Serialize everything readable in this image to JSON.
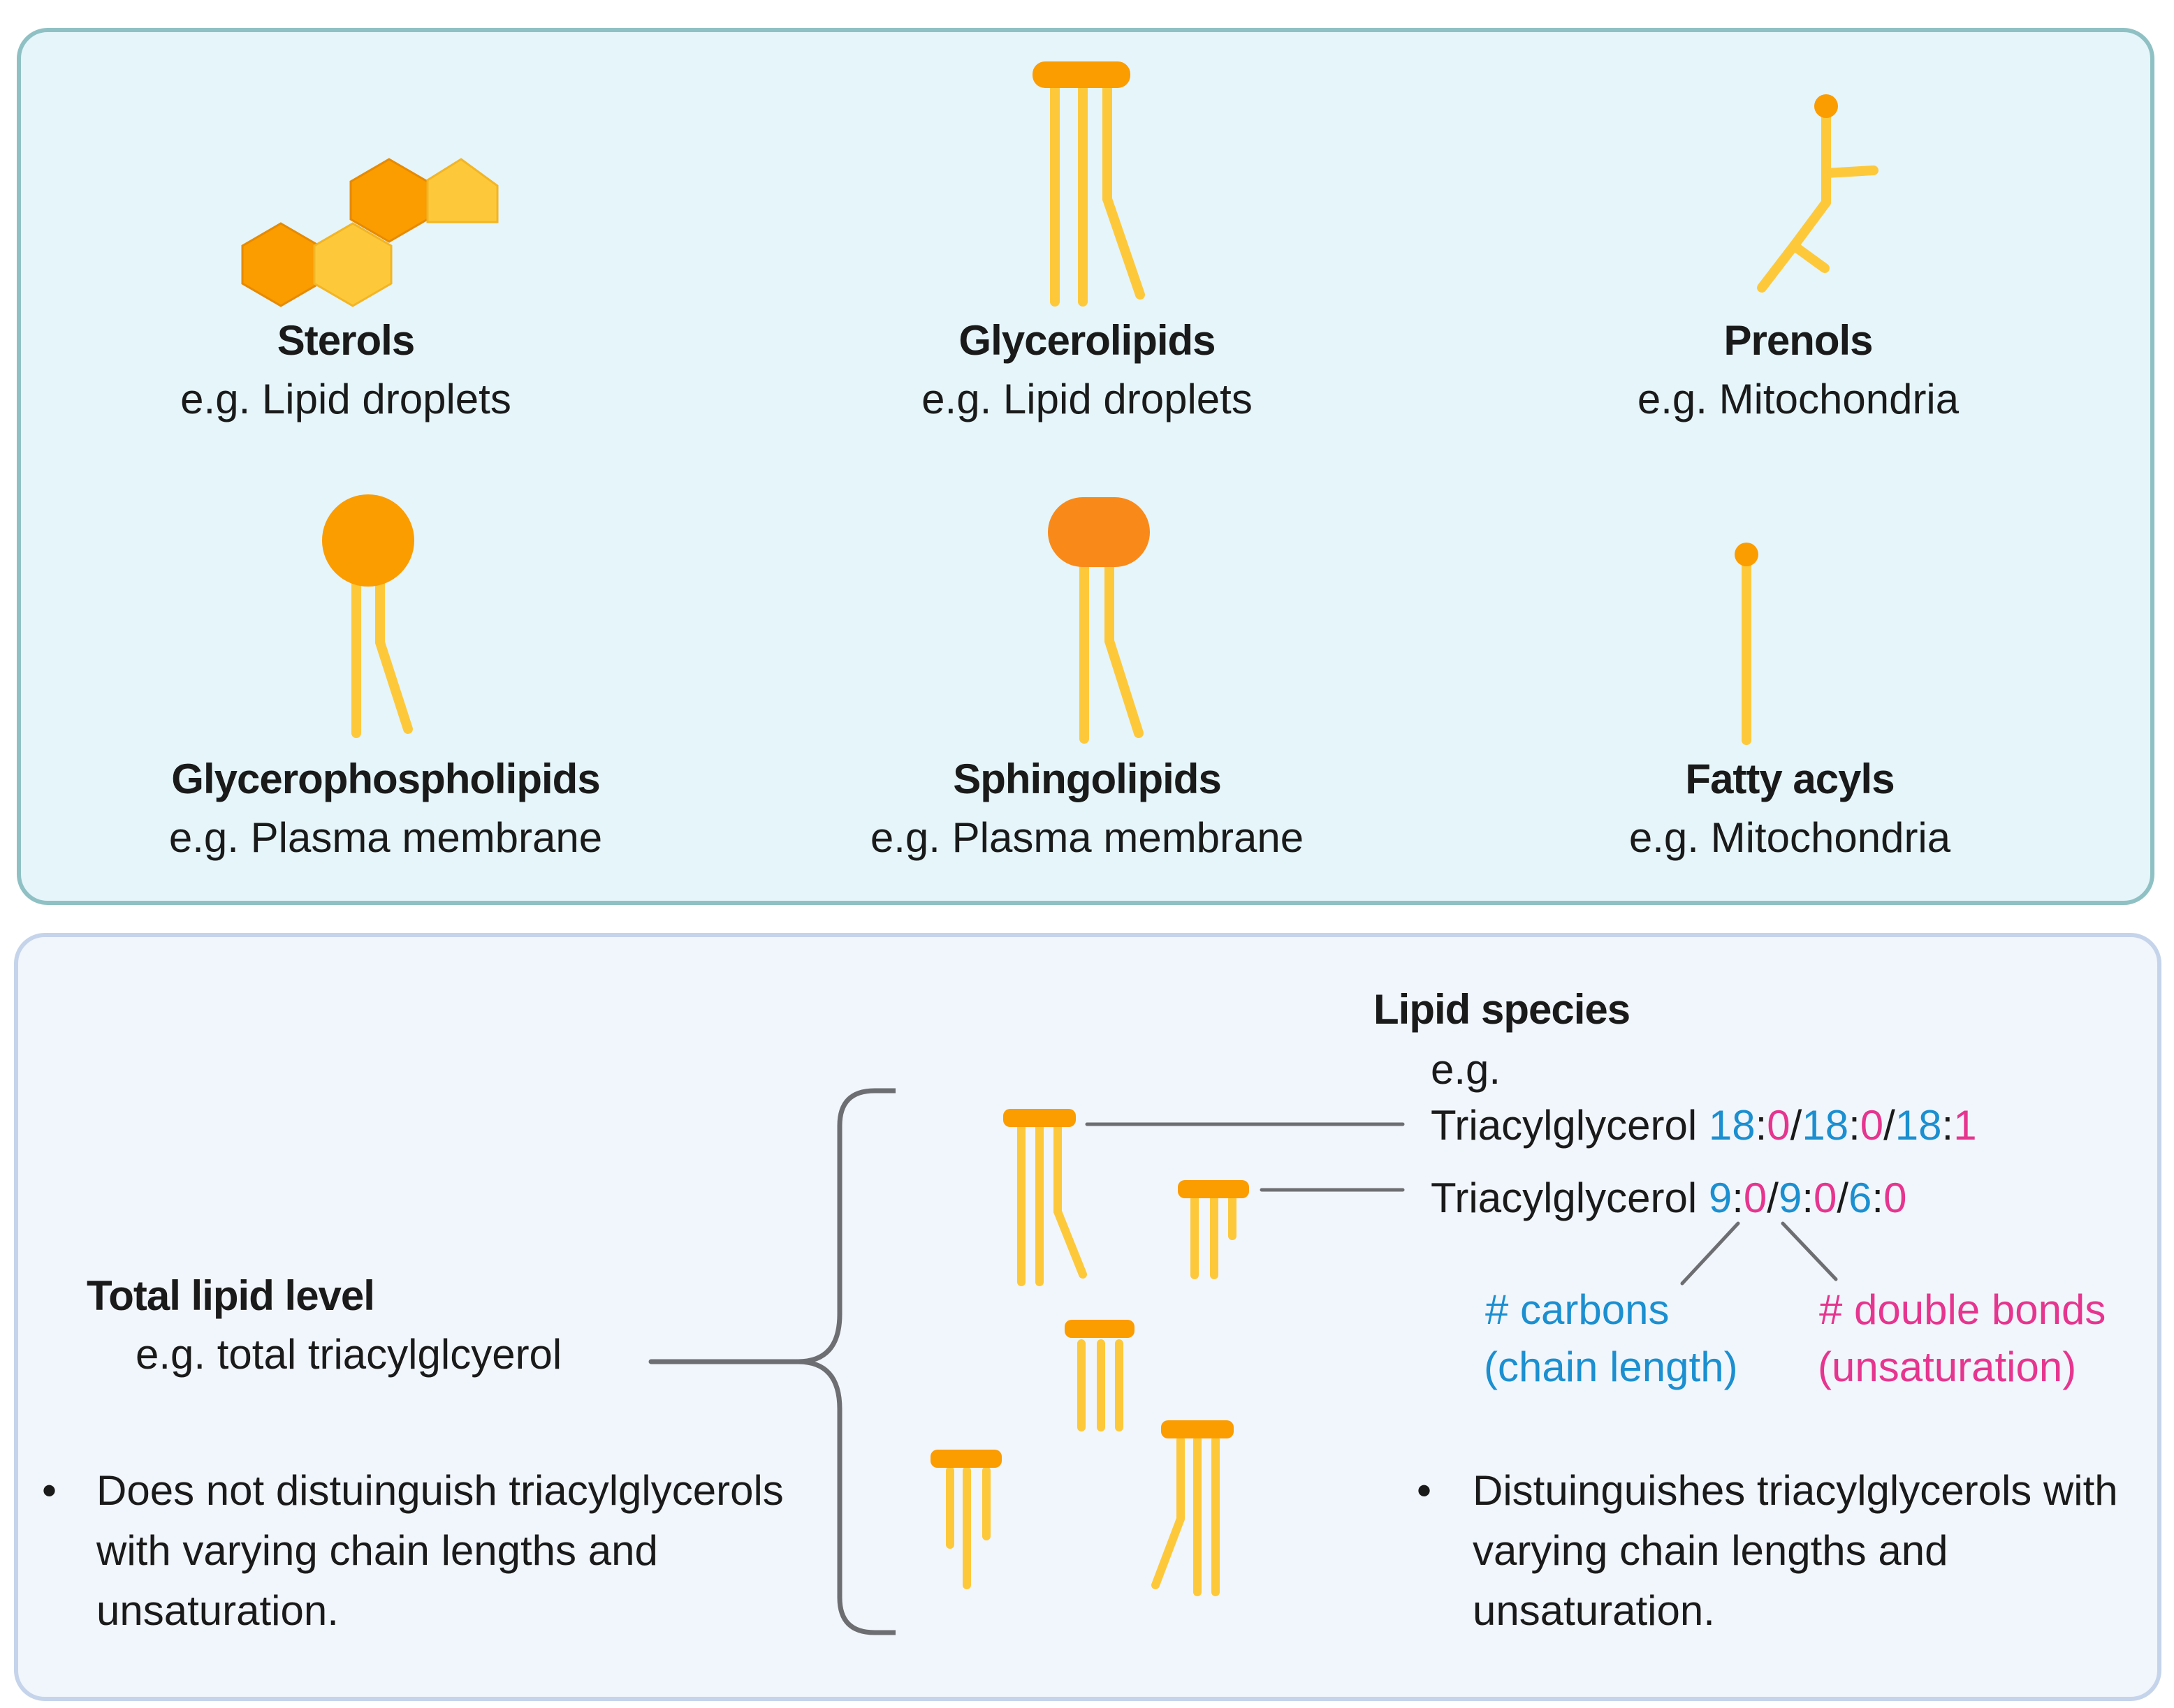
{
  "lipid_classes": [
    {
      "name": "Sterols",
      "example": "e.g. Lipid droplets"
    },
    {
      "name": "Glycerolipids",
      "example": "e.g. Lipid droplets"
    },
    {
      "name": "Prenols",
      "example": "e.g. Mitochondria"
    },
    {
      "name": "Glycerophospholipids",
      "example": "e.g. Plasma membrane"
    },
    {
      "name": "Sphingolipids",
      "example": "e.g. Plasma membrane"
    },
    {
      "name": "Fatty acyls",
      "example": "e.g. Mitochondria"
    }
  ],
  "total_level": {
    "title": "Total lipid level",
    "example": "e.g. total triacylglcyerol",
    "bullet": "Does not distuinguish triacylglycerols with varying chain lengths and unsaturation."
  },
  "species": {
    "title": "Lipid species",
    "eg": "e.g.",
    "lipid1": {
      "name": "Triacylglycerol",
      "c1": "18",
      "d1": "0",
      "c2": "18",
      "d2": "0",
      "c3": "18",
      "d3": "1"
    },
    "lipid2": {
      "name": "Triacylglycerol",
      "c1": "9",
      "d1": "0",
      "c2": "9",
      "d2": "0",
      "c3": "6",
      "d3": "0"
    },
    "carbons_label": "# carbons",
    "carbons_sub": "(chain length)",
    "double_label": "# double bonds",
    "double_sub": "(unsaturation)",
    "bullet": "Distuinguishes triacylglycerols with varying chain lengths and unsaturation."
  },
  "colors": {
    "tail": "#fdc93b",
    "head": "#fb9c00",
    "head_dark": "#f98a1a",
    "carbon_blue": "#1b8fd0",
    "double_pink": "#e6358f",
    "top_panel_bg": "#e5f5fa",
    "bottom_panel_bg": "#f1f6fc"
  }
}
